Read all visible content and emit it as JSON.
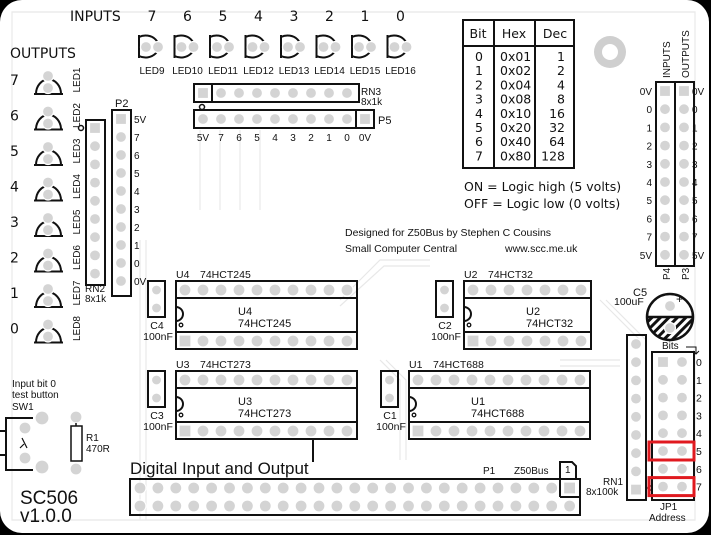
{
  "board": {
    "name": "SC506",
    "version": "v1.0.0",
    "title": "Digital Input and Output",
    "credit_line1": "Designed for Z50Bus by Stephen C Cousins",
    "credit_line2": "Small Computer Central",
    "website": "www.scc.me.uk",
    "colors": {
      "background": "#ffffff",
      "silkscreen": "#111111",
      "pad": "#d4d4d4",
      "highlight": "#e0191f",
      "trace": "#e6e6e6"
    }
  },
  "inputs": {
    "heading": "INPUTS",
    "bits": [
      "7",
      "6",
      "5",
      "4",
      "3",
      "2",
      "1",
      "0"
    ],
    "leds": [
      "LED9",
      "LED10",
      "LED11",
      "LED12",
      "LED13",
      "LED14",
      "LED15",
      "LED16"
    ]
  },
  "outputs": {
    "heading": "OUTPUTS",
    "bits": [
      "7",
      "6",
      "5",
      "4",
      "3",
      "2",
      "1",
      "0"
    ],
    "leds": [
      "LED1",
      "LED2",
      "LED3",
      "LED4",
      "LED5",
      "LED6",
      "LED7",
      "LED8"
    ]
  },
  "rn3": {
    "ref": "RN3",
    "value": "8x1k"
  },
  "p5": {
    "ref": "P5",
    "pins": [
      "5V",
      "7",
      "6",
      "5",
      "4",
      "3",
      "2",
      "1",
      "0",
      "0V"
    ]
  },
  "rn2": {
    "ref": "RN2",
    "value": "8x1k"
  },
  "p2": {
    "ref": "P2",
    "pins": [
      "5V",
      "7",
      "6",
      "5",
      "4",
      "3",
      "2",
      "1",
      "0",
      "0V"
    ]
  },
  "bit_table": {
    "headers": [
      "Bit",
      "Hex",
      "Dec"
    ],
    "rows": [
      [
        "0",
        "0x01",
        "1"
      ],
      [
        "1",
        "0x02",
        "2"
      ],
      [
        "2",
        "0x04",
        "4"
      ],
      [
        "3",
        "0x08",
        "8"
      ],
      [
        "4",
        "0x10",
        "16"
      ],
      [
        "5",
        "0x20",
        "32"
      ],
      [
        "6",
        "0x40",
        "64"
      ],
      [
        "7",
        "0x80",
        "128"
      ]
    ],
    "note_on": "ON = Logic high (5 volts)",
    "note_off": "OFF = Logic low (0 volts)"
  },
  "p4p3": {
    "inputs_label": "INPUTS",
    "outputs_label": "OUTPUTS",
    "p4_ref": "P4",
    "p3_ref": "P3",
    "pins": [
      "0V",
      "0",
      "1",
      "2",
      "3",
      "4",
      "5",
      "6",
      "7",
      "5V"
    ]
  },
  "c5": {
    "ref": "C5",
    "value": "100uF",
    "polarity": "+"
  },
  "chips": [
    {
      "ref": "U4",
      "part": "74HCT245",
      "cap_ref": "C4",
      "cap_value": "100nF"
    },
    {
      "ref": "U3",
      "part": "74HCT273",
      "cap_ref": "C3",
      "cap_value": "100nF"
    },
    {
      "ref": "U2",
      "part": "74HCT32",
      "cap_ref": "C2",
      "cap_value": "100nF"
    },
    {
      "ref": "U1",
      "part": "74HCT688",
      "cap_ref": "C1",
      "cap_value": "100nF"
    }
  ],
  "sw1": {
    "label1": "Input bit 0",
    "label2": "test button",
    "ref": "SW1"
  },
  "r1": {
    "ref": "R1",
    "value": "470R"
  },
  "p1": {
    "ref": "P1",
    "bus": "Z50Bus",
    "pin1": "1"
  },
  "rn1": {
    "ref": "RN1",
    "value": "8x100k"
  },
  "jp1": {
    "ref": "JP1",
    "label": "Address",
    "bits_label": "Bits",
    "bits": [
      "0",
      "1",
      "2",
      "3",
      "4",
      "5",
      "6",
      "7"
    ],
    "jumpers_fitted": [
      "5",
      "7"
    ]
  }
}
